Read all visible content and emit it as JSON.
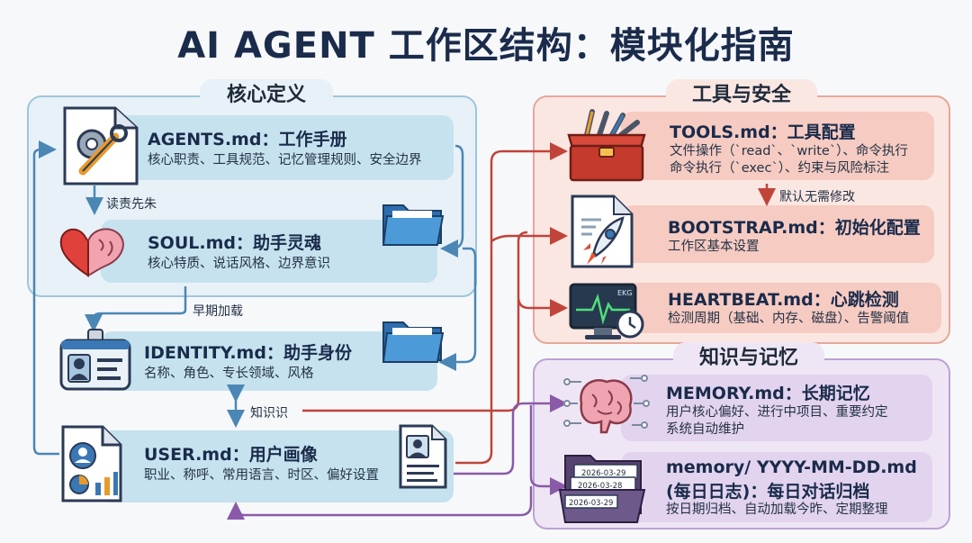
{
  "title": "AI AGENT 工作区结构：模块化指南",
  "sections": {
    "core": "核心定义",
    "tools_security": "工具与安全",
    "knowledge_memory": "知识与记忆"
  },
  "cards": {
    "agents": {
      "title": "AGENTS.md：工作手册",
      "desc": "核心职责、工具规范、记忆管理规则、安全边界"
    },
    "soul": {
      "title": "SOUL.md：助手灵魂",
      "desc": "核心特质、说话风格、边界意识"
    },
    "identity": {
      "title": "IDENTITY.md：助手身份",
      "desc": "名称、角色、专长领域、风格"
    },
    "user": {
      "title": "USER.md：用户画像",
      "desc": "职业、称呼、常用语言、时区、偏好设置"
    },
    "tools": {
      "title": "TOOLS.md：工具配置",
      "desc1": "文件操作（`read`、`write`）、命令执行",
      "desc2": "命令执行（`exec`）、约束与风险标注"
    },
    "bootstrap": {
      "title": "BOOTSTRAP.md：初始化配置",
      "desc": "工作区基本设置"
    },
    "heartbeat": {
      "title": "HEARTBEAT.md：心跳检测",
      "desc": "检测周期（基础、内存、磁盘）、告警阈值"
    },
    "memory": {
      "title": "MEMORY.md：长期记忆",
      "desc1": "用户核心偏好、进行中项目、重要约定",
      "desc2": "系统自动维护"
    },
    "daily": {
      "title1": "memory/ YYYY-MM-DD.md",
      "title2": "(每日日志)：每日对话归档",
      "desc": "按日期归档、自动加载今昨、定期整理"
    }
  },
  "notes": {
    "read_first": "读责先朱",
    "early_load": "早期加载",
    "knowledge": "知识识",
    "default_no_edit": "默认无需修改"
  },
  "icon_texts": {
    "ekg": "EKG",
    "date": "2026-03-29",
    "date_back": "2026-03-28"
  },
  "colors": {
    "blue_arrow": "#4b87b5",
    "red_arrow": "#c0443a",
    "purple_arrow": "#8a5aa8"
  },
  "icons": [
    "tools-document-icon",
    "heart-brain-icon",
    "folder-icon",
    "id-badge-icon",
    "user-profile-icon",
    "profile-document-icon",
    "toolbox-icon",
    "rocket-document-icon",
    "ekg-monitor-icon",
    "brain-network-icon",
    "daily-log-folder-icon"
  ]
}
